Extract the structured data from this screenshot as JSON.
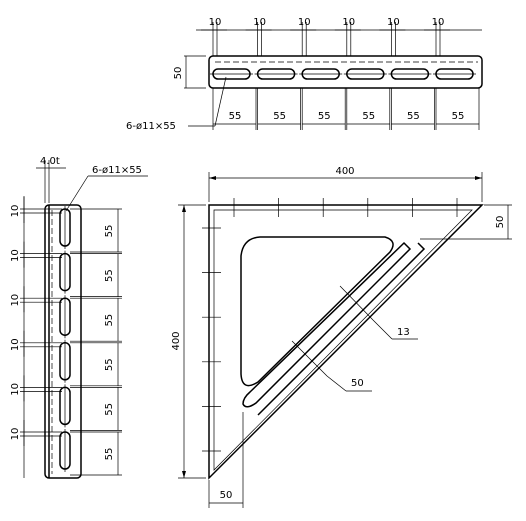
{
  "top_view": {
    "dim_10": "10",
    "dim_55": "55",
    "dim_50": "50",
    "slot_callout": "6-ø11×55"
  },
  "side_view": {
    "thickness": "4.0t",
    "slot_callout": "6-ø11×55",
    "dim_10": "10",
    "dim_55": "55"
  },
  "front_view": {
    "width": "400",
    "height": "400",
    "top_right_50": "50",
    "bottom_left_50": "50",
    "slot_width_13": "13",
    "diag_50": "50"
  }
}
